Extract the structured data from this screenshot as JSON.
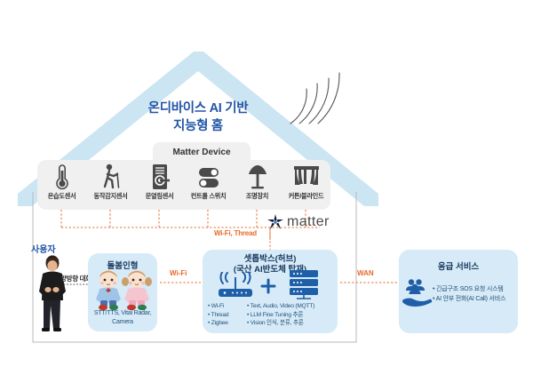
{
  "title": {
    "line1": "온디바이스 AI 기반",
    "line2": "지능형 홈",
    "color": "#2255a8"
  },
  "matter": {
    "tab_label": "Matter Device",
    "logo_word": "matter",
    "link_label": "Wi-Fi, Thread",
    "devices": [
      {
        "icon": "thermometer-icon",
        "label": "온습도센서"
      },
      {
        "icon": "motion-sensor-icon",
        "label": "동작감지센서"
      },
      {
        "icon": "door-lock-icon",
        "label": "문열림센서"
      },
      {
        "icon": "toggle-switch-icon",
        "label": "컨트롤 스위치"
      },
      {
        "icon": "lamp-icon",
        "label": "조명장치"
      },
      {
        "icon": "curtain-blind-icon",
        "label": "커튼/블라인드"
      }
    ]
  },
  "user": {
    "label": "사용자",
    "interaction_label": "양방향 대화"
  },
  "doll": {
    "title": "돌봄인형",
    "caption_line1": "STT/TTS, Vital Radar,",
    "caption_line2": "Camera"
  },
  "hub": {
    "title_line1": "셋톱박스(허브)",
    "title_line2": "(국산 AI반도체 탑재)",
    "left_features": [
      "Wi-Fi",
      "Thread",
      "Zigbee"
    ],
    "right_features": [
      "Text, Audio, Video (MQTT)",
      "LLM Fine Tuning 추론",
      "Vision 인식, 분류, 추론"
    ]
  },
  "emergency": {
    "title": "응급 서비스",
    "items": [
      "긴급구조 SOS 요청 시스템",
      "AI 안부 전화(AI Call) 서비스"
    ]
  },
  "links": {
    "wifi": "Wi-Fi",
    "wan": "WAN",
    "accent_color": "#e8692a"
  },
  "colors": {
    "roof": "#cbe5f2",
    "panel": "#f0f0f0",
    "box": "#d6eaf7",
    "text_dark": "#19395f"
  }
}
